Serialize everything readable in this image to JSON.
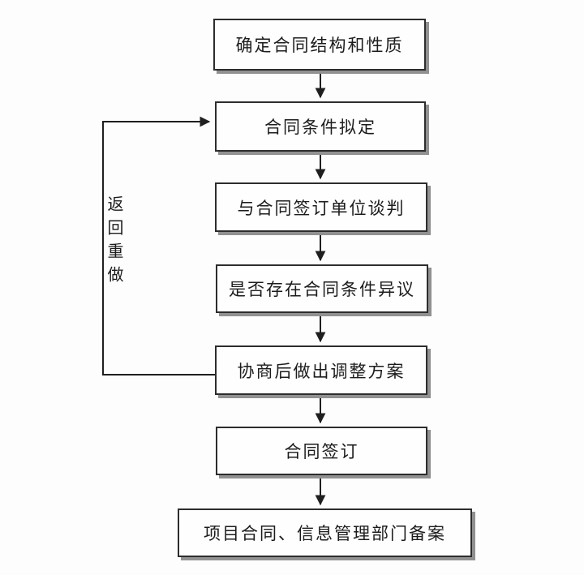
{
  "diagram": {
    "type": "flowchart",
    "nodes": [
      {
        "id": 0,
        "label": "确定合同结构和性质"
      },
      {
        "id": 1,
        "label": "合同条件拟定"
      },
      {
        "id": 2,
        "label": "与合同签订单位谈判"
      },
      {
        "id": 3,
        "label": "是否存在合同条件异议"
      },
      {
        "id": 4,
        "label": "协商后做出调整方案"
      },
      {
        "id": 5,
        "label": "合同签订"
      },
      {
        "id": 6,
        "label": "项目合同、信息管理部门备案"
      }
    ],
    "edges": [
      {
        "from": 0,
        "to": 1,
        "type": "forward"
      },
      {
        "from": 1,
        "to": 2,
        "type": "forward"
      },
      {
        "from": 2,
        "to": 3,
        "type": "forward"
      },
      {
        "from": 3,
        "to": 4,
        "type": "forward"
      },
      {
        "from": 4,
        "to": 5,
        "type": "forward"
      },
      {
        "from": 5,
        "to": 6,
        "type": "forward"
      },
      {
        "from": 4,
        "to": 1,
        "type": "feedback",
        "label": "返回重做"
      }
    ],
    "loop_label": "返回重做",
    "colors": {
      "line": "#1f1f1f",
      "box_border": "#2d2d2d",
      "box_fill": "#fefefe",
      "shadow": "#919191",
      "background": "#fdfdfd",
      "text": "#1c1c1c"
    }
  }
}
